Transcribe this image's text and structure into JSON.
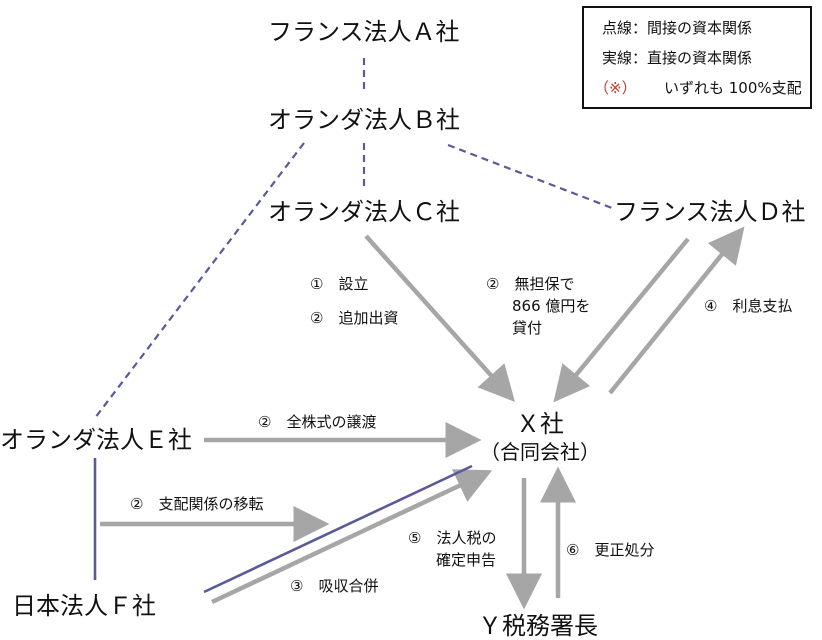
{
  "nodes": {
    "a": "フランス法人Ａ社",
    "b": "オランダ法人Ｂ社",
    "c": "オランダ法人Ｃ社",
    "d": "フランス法人Ｄ社",
    "e": "オランダ法人Ｅ社",
    "f": "日本法人Ｆ社",
    "x_name": "Ｘ社",
    "x_sub": "（合同会社）",
    "y": "Ｙ税務署長"
  },
  "labels": {
    "c_x_1": "①　設立",
    "c_x_2": "②　追加出資",
    "d_x_loan_1": "②　無担保で",
    "d_x_loan_2": "866 億円を",
    "d_x_loan_3": "貸付",
    "x_d_interest": "④　利息支払",
    "e_x": "②　全株式の譲渡",
    "e_f_control": "②　支配関係の移転",
    "f_x_merge": "③　吸収合併",
    "x_y_tax_1": "⑤　法人税の",
    "x_y_tax_2": "確定申告",
    "y_x_correction": "⑥　更正処分"
  },
  "legend": {
    "dotted": "点線：間接の資本関係",
    "solid": "実線：直接の資本関係",
    "note_mark": "（※）",
    "note_text": "いずれも 100%支配"
  },
  "colors": {
    "indirect_line": "#5a5a9a",
    "direct_line": "#5a5a9a",
    "arrow": "#a6a6a6",
    "note": "#c0392b"
  }
}
